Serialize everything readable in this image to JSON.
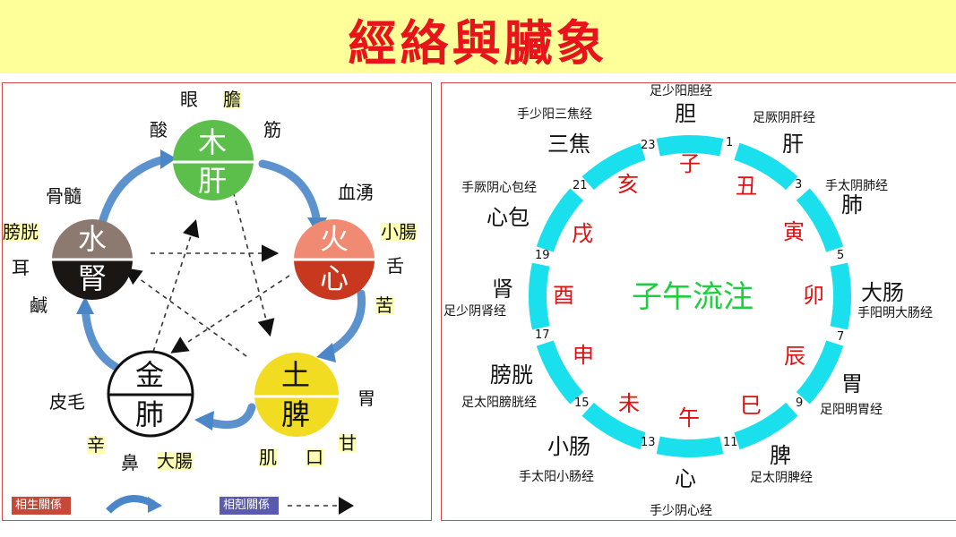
{
  "title": "經絡與臟象",
  "left_panel": {
    "elements": [
      {
        "element": "木",
        "organ": "肝",
        "color": "#5cbf4c"
      },
      {
        "element": "火",
        "organ": "心",
        "color": "#e2503a"
      },
      {
        "element": "土",
        "organ": "脾",
        "color": "#f2dc22"
      },
      {
        "element": "金",
        "organ": "肺",
        "color": "#ffffff"
      },
      {
        "element": "水",
        "organ": "腎",
        "color": "#8c7a70"
      }
    ],
    "labels": {
      "wood": [
        "眼",
        "膽",
        "酸",
        "筋"
      ],
      "fire": [
        "血湧",
        "小腸",
        "舌",
        "苦"
      ],
      "earth": [
        "胃",
        "甘",
        "肌",
        "口"
      ],
      "metal": [
        "皮毛",
        "辛",
        "鼻",
        "大腸"
      ],
      "water": [
        "骨髓",
        "膀胱",
        "耳",
        "鹹"
      ]
    },
    "legend": {
      "sheng": "相生關係",
      "ke": "相剋關係"
    }
  },
  "right_panel": {
    "center": "子午流注",
    "branches": [
      "子",
      "丑",
      "寅",
      "卯",
      "辰",
      "巳",
      "午",
      "未",
      "申",
      "酉",
      "戌",
      "亥"
    ],
    "hours": [
      "1",
      "3",
      "5",
      "7",
      "9",
      "11",
      "13",
      "15",
      "17",
      "19",
      "21",
      "23"
    ],
    "organs": [
      {
        "organ": "胆",
        "meridian": "足少阳胆经"
      },
      {
        "organ": "肝",
        "meridian": "足厥阴肝经"
      },
      {
        "organ": "肺",
        "meridian": "手太阴肺经"
      },
      {
        "organ": "大肠",
        "meridian": "手阳明大肠经"
      },
      {
        "organ": "胃",
        "meridian": "足阳明胃经"
      },
      {
        "organ": "脾",
        "meridian": "足太阴脾经"
      },
      {
        "organ": "心",
        "meridian": "手少阴心经"
      },
      {
        "organ": "小肠",
        "meridian": "手太阳小肠经"
      },
      {
        "organ": "膀胱",
        "meridian": "足太阳膀胱经"
      },
      {
        "organ": "肾",
        "meridian": "足少阴肾经"
      },
      {
        "organ": "心包",
        "meridian": "手厥阴心包经"
      },
      {
        "organ": "三焦",
        "meridian": "手少阳三焦经"
      }
    ],
    "ring_color": "#19e0ec"
  }
}
